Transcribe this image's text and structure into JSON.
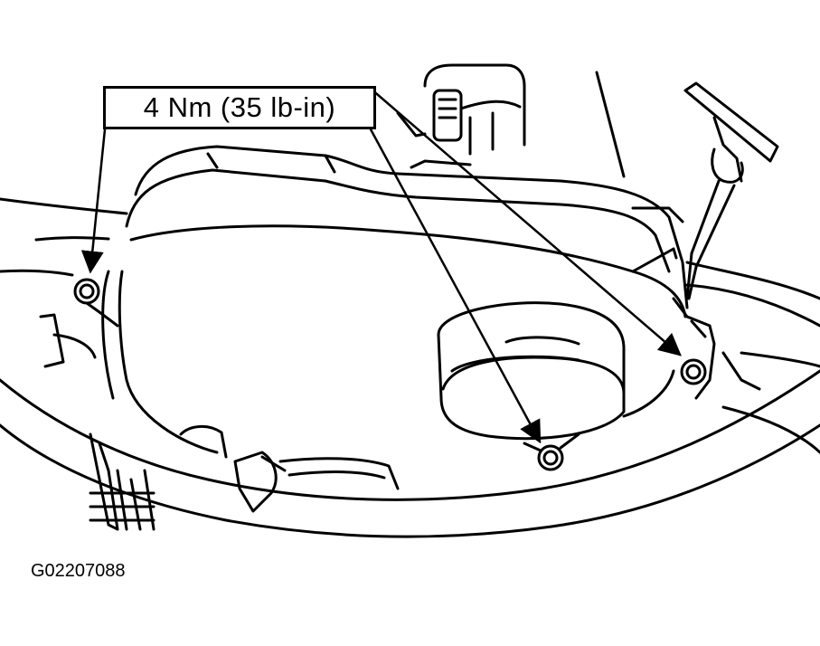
{
  "callout": {
    "torque_label": "4 Nm (35 lb-in)"
  },
  "figure": {
    "id": "G02207088"
  },
  "fastener_count": 3,
  "colors": {
    "line": "#000000",
    "background": "#ffffff"
  }
}
